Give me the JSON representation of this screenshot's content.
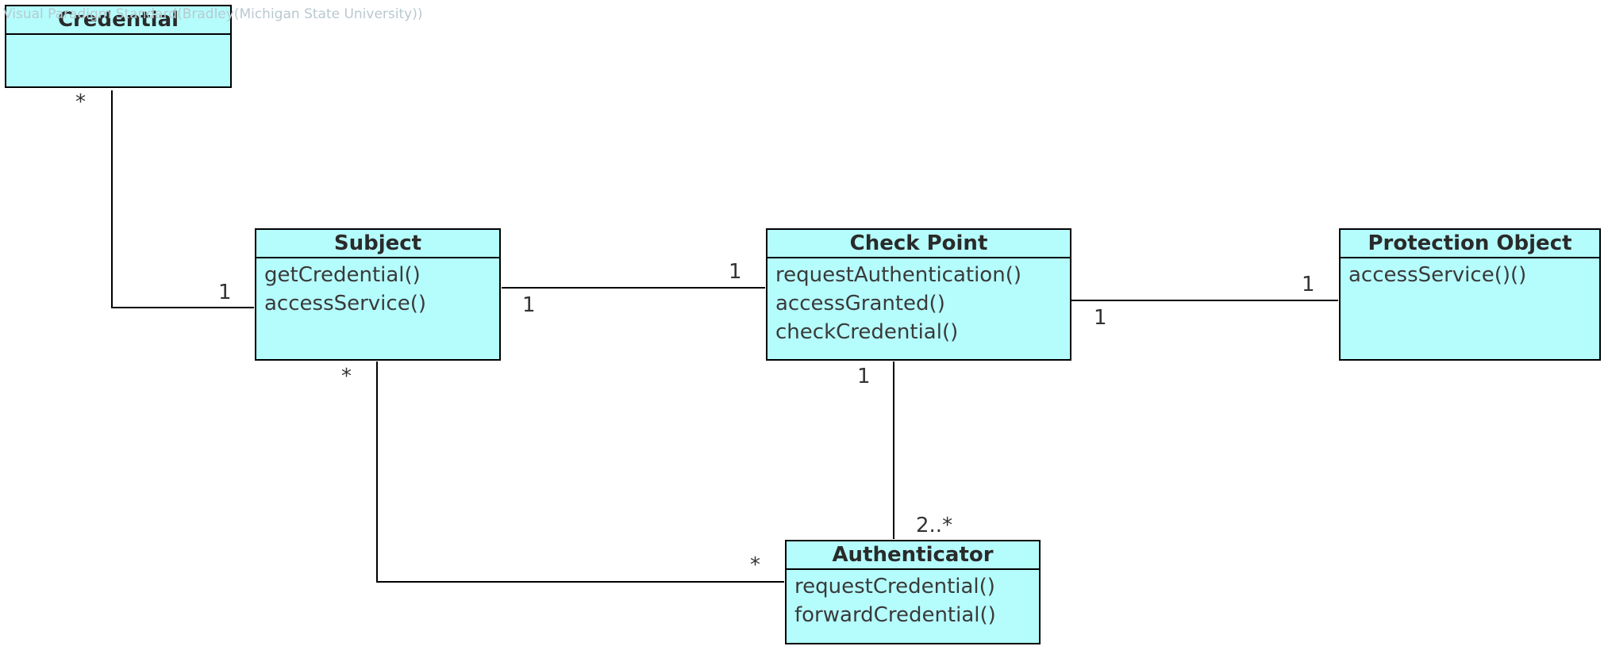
{
  "watermark": "Visual Paradigm Standard(Bradley(Michigan State University))",
  "colors": {
    "class_fill": "#b5fcfc",
    "class_border": "#000000",
    "connector": "#000000"
  },
  "classes": {
    "credential": {
      "name": "Credential",
      "operations": []
    },
    "subject": {
      "name": "Subject",
      "operations": [
        "getCredential()",
        "accessService()"
      ]
    },
    "check_point": {
      "name": "Check Point",
      "operations": [
        "requestAuthentication()",
        "accessGranted()",
        "checkCredential()"
      ]
    },
    "protection_object": {
      "name": "Protection Object",
      "operations": [
        "accessService()()"
      ]
    },
    "authenticator": {
      "name": "Authenticator",
      "operations": [
        "requestCredential()",
        "forwardCredential()"
      ]
    }
  },
  "associations": {
    "credential_subject": {
      "credential_end": "*",
      "subject_end": "1"
    },
    "subject_checkpoint": {
      "subject_end": "1",
      "checkpoint_end": "1"
    },
    "checkpoint_protection": {
      "checkpoint_end": "1",
      "protection_end": "1"
    },
    "checkpoint_authenticator": {
      "checkpoint_end": "1",
      "authenticator_end": "2..*"
    },
    "subject_authenticator": {
      "subject_end": "*",
      "authenticator_end": "*"
    }
  }
}
